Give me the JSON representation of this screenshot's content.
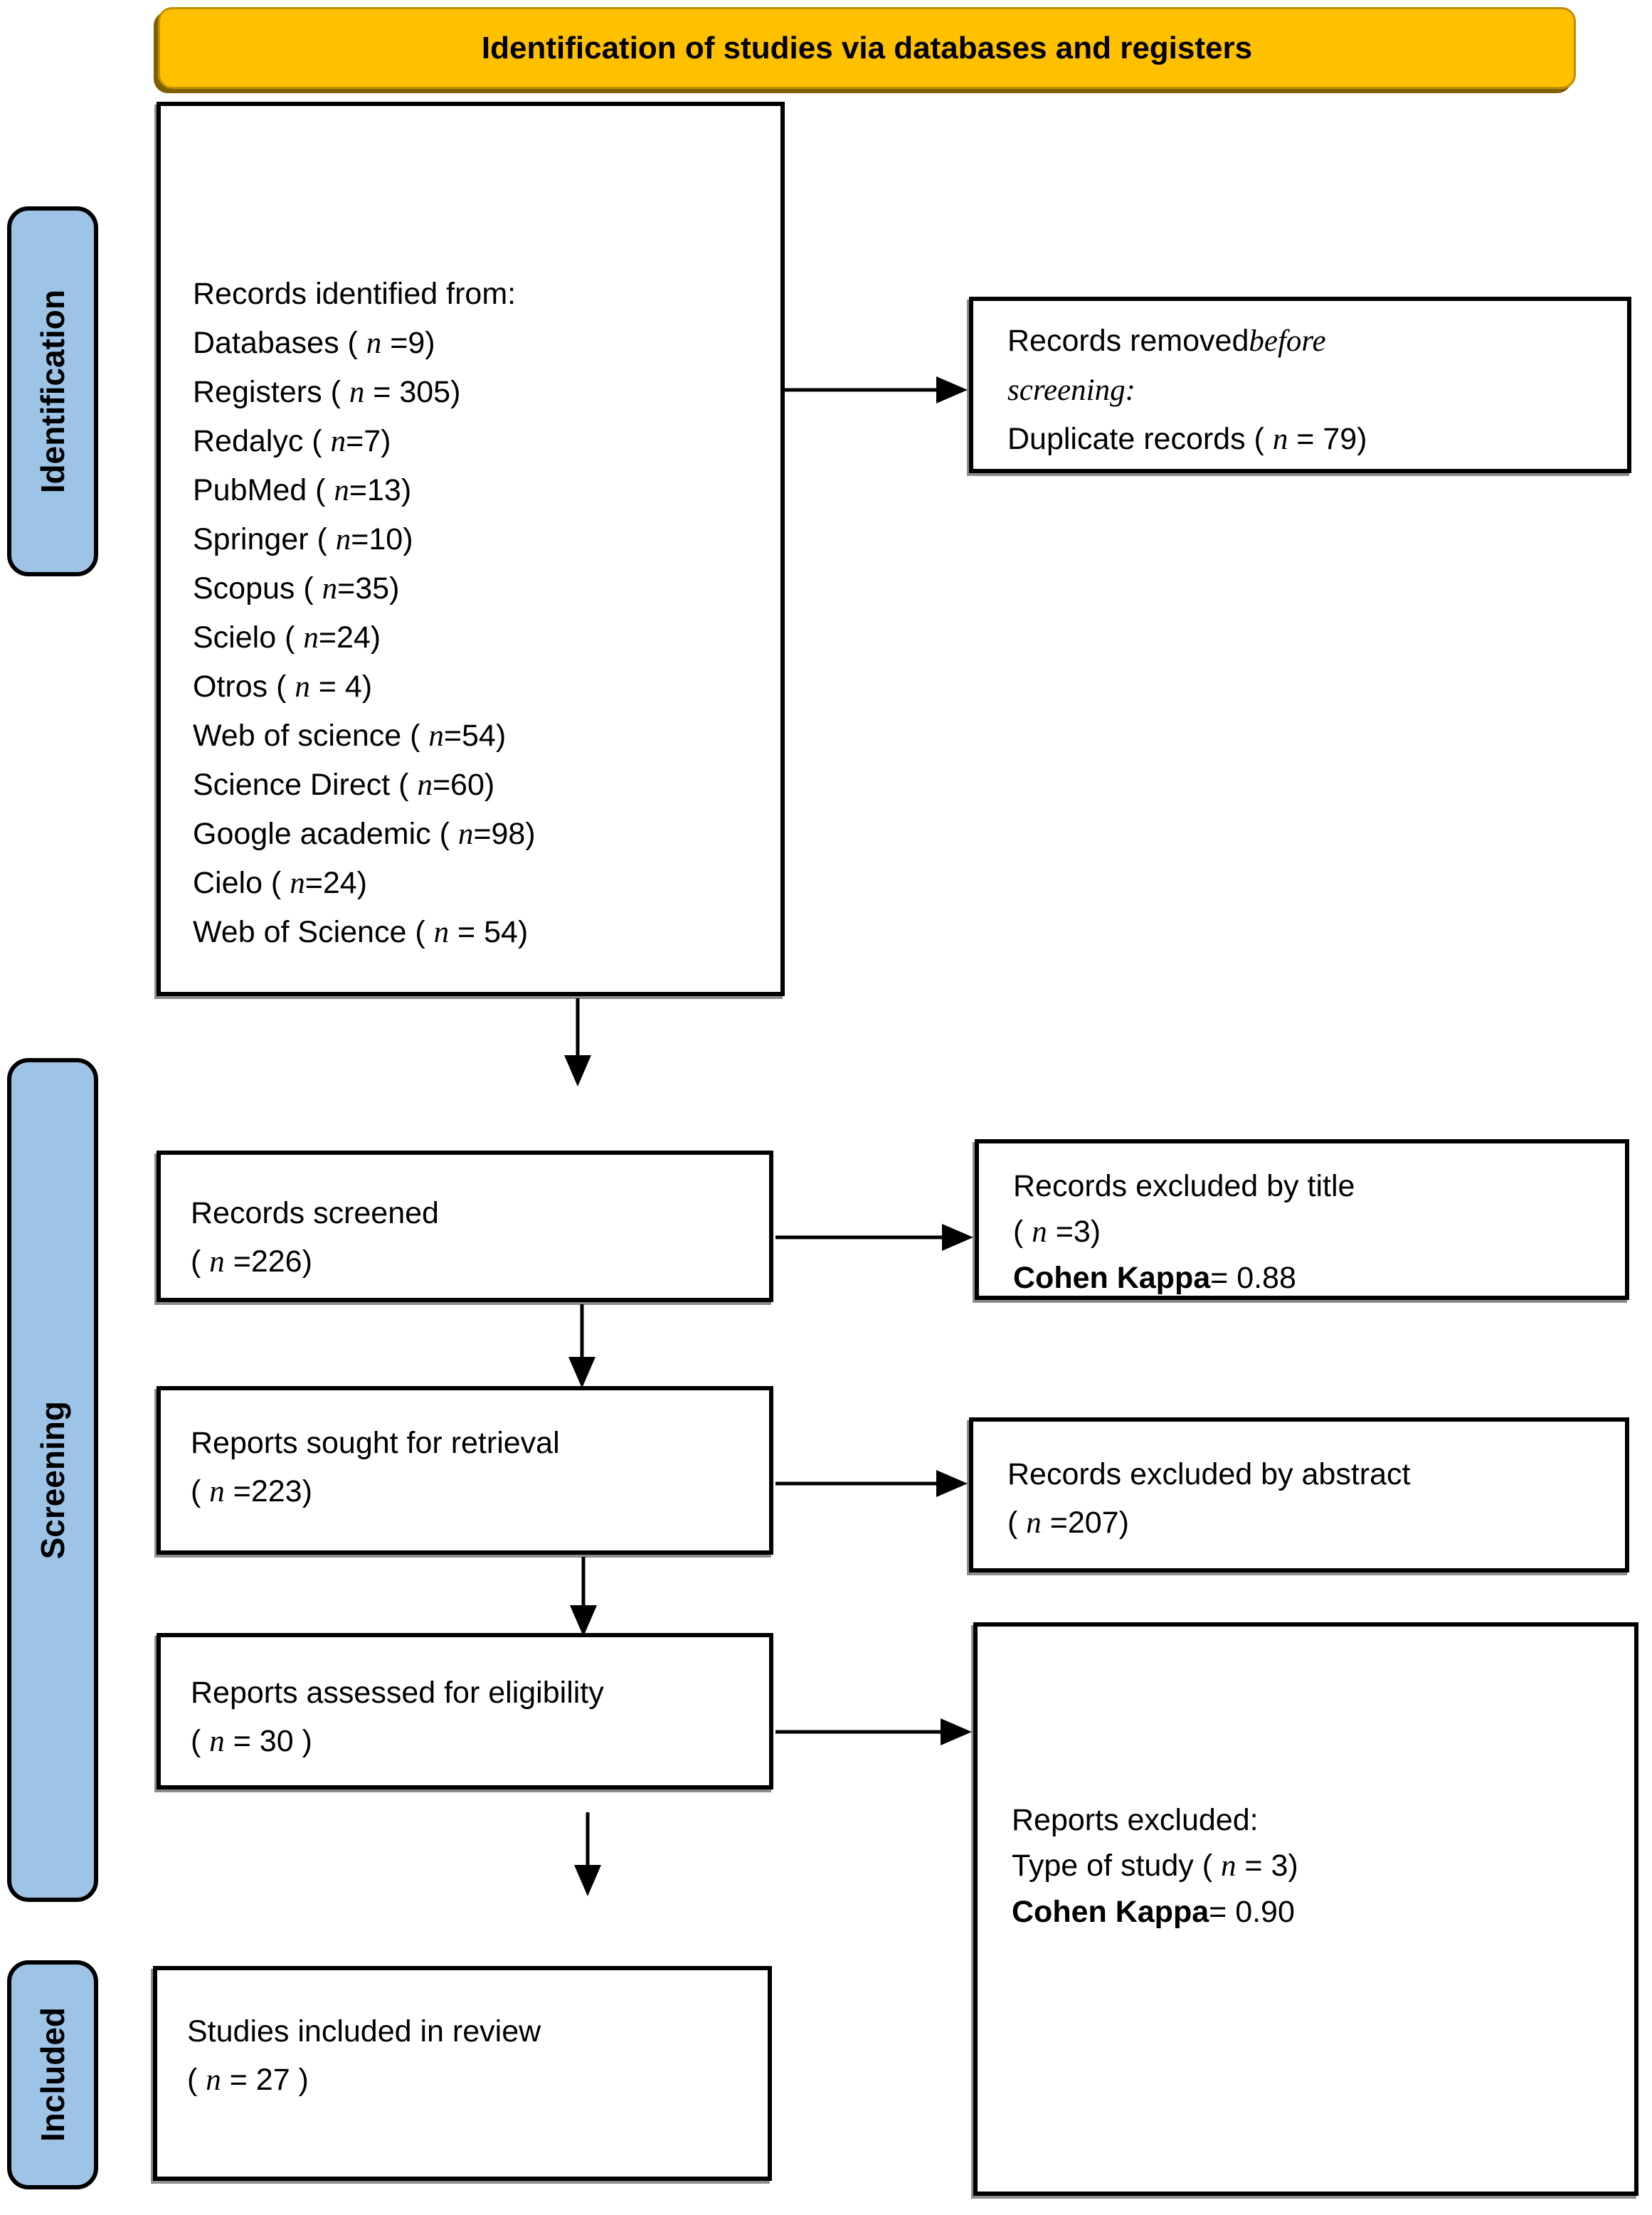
{
  "banner": {
    "title": "Identification of studies via databases and registers"
  },
  "sidebar": {
    "identification": "Identification",
    "screening": "Screening",
    "included": "Included"
  },
  "boxes": {
    "records_identified": {
      "lines": [
        "Records identified from:",
        "Databases ( n =9)",
        "Registers ( n = 305)",
        "Redalyc ( n=7)",
        "PubMed ( n=13)",
        "Springer ( n=10)",
        "Scopus ( n=35)",
        "Scielo ( n=24)",
        "Otros ( n = 4)",
        "Web of science ( n=54)",
        "Science Direct ( n=60)",
        "Google academic ( n=98)",
        "Cielo ( n=24)",
        "Web of Science ( n = 54)"
      ]
    },
    "records_removed": {
      "line1_plain": "Records removed",
      "line1_italic": "before",
      "line2_italic": "screening:",
      "line3": "Duplicate records ( n = 79)"
    },
    "records_screened": {
      "lines": [
        "Records screened",
        "( n =226)"
      ]
    },
    "records_excluded_title": {
      "lines": [
        "Records excluded by title",
        "( n =3)"
      ],
      "kappa_label": "Cohen Kappa",
      "kappa_value": "= 0.88"
    },
    "reports_sought": {
      "lines": [
        "Reports sought for retrieval",
        "( n =223)"
      ]
    },
    "records_excluded_abstract": {
      "lines": [
        "Records excluded by abstract",
        "( n =207)"
      ]
    },
    "reports_assessed": {
      "lines": [
        "Reports assessed for eligibility",
        "( n = 30 )"
      ]
    },
    "reports_excluded": {
      "lines": [
        "Reports excluded:",
        "Type of study ( n = 3)"
      ],
      "kappa_label": "Cohen Kappa",
      "kappa_value": "= 0.90"
    },
    "studies_included": {
      "lines": [
        "Studies included in review",
        "( n = 27 )"
      ]
    }
  },
  "colors": {
    "banner_fill": "#FFC000",
    "banner_border": "#BF9000",
    "sidebar_fill": "#9DC3E6",
    "box_border": "#000000"
  }
}
